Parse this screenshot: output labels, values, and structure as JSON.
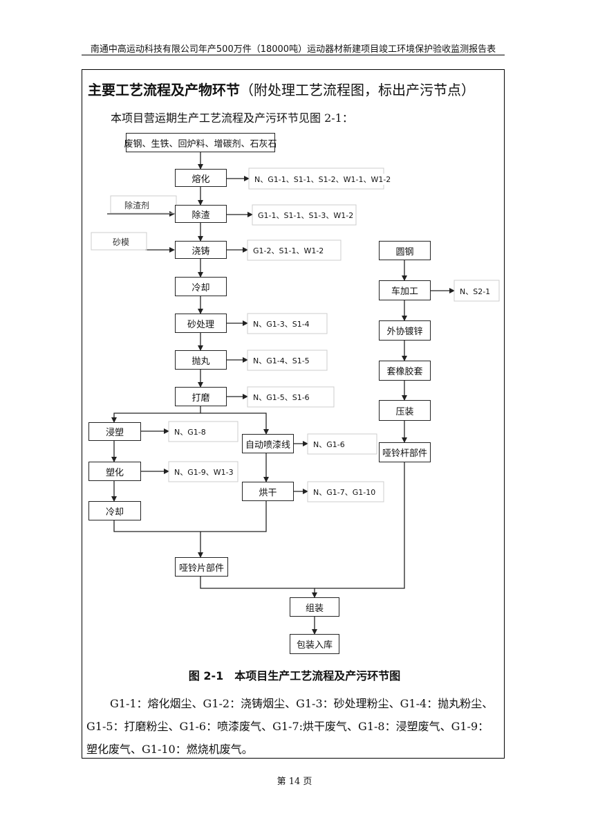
{
  "header": "南通中高运动科技有限公司年产500万件（18000吨）运动器材新建项目竣工环境保护验收监测报告表",
  "section_title": {
    "bold": "主要工艺流程及产物环节",
    "normal": "（附处理工艺流程图，标出产污节点）"
  },
  "intro": "本项目营运期生产工艺流程及产污环节见图 2-1：",
  "flow": {
    "raw": "废钢、生铁、回炉料、增碳剂、石灰石",
    "melt": "熔化",
    "slag": "除渣",
    "cast": "浇铸",
    "cool1": "冷却",
    "sand": "砂处理",
    "shot": "抛丸",
    "grind": "打磨",
    "dip": "浸塑",
    "plasticize": "塑化",
    "cool2": "冷却",
    "spray": "自动喷漆线",
    "dry": "烘干",
    "plate_part": "哑铃片部件",
    "round_steel": "圆钢",
    "lathe": "车加工",
    "galvanize": "外协镀锌",
    "rubber": "套橡胶套",
    "press": "压装",
    "bar_part": "哑铃杆部件",
    "assemble": "组装",
    "pack": "包装入库",
    "input_slag_agent": "除渣剂",
    "input_sand_mold": "砂模",
    "out_melt": "N、G1-1、S1-1、S1-2、W1-1、W1-2",
    "out_slag": "G1-1、S1-1、S1-3、W1-2",
    "out_cast": "G1-2、S1-1、W1-2",
    "out_sand": "N、G1-3、S1-4",
    "out_shot": "N、G1-4、S1-5",
    "out_grind": "N、G1-5、S1-6",
    "out_dip": "N、G1-8",
    "out_plasticize": "N、G1-9、W1-3",
    "out_spray": "N、G1-6",
    "out_dry": "N、G1-7、G1-10",
    "out_lathe": "N、S2-1"
  },
  "caption": "图 2-1　本项目生产工艺流程及产污环节图",
  "legend": "G1-1：熔化烟尘、G1-2：浇铸烟尘、G1-3：砂处理粉尘、G1-4：抛丸粉尘、G1-5：打磨粉尘、G1-6：喷漆废气、G1-7:烘干废气、G1-8：浸塑废气、G1-9：塑化废气、G1-10：燃烧机废气。",
  "page_number": "第 14 页"
}
